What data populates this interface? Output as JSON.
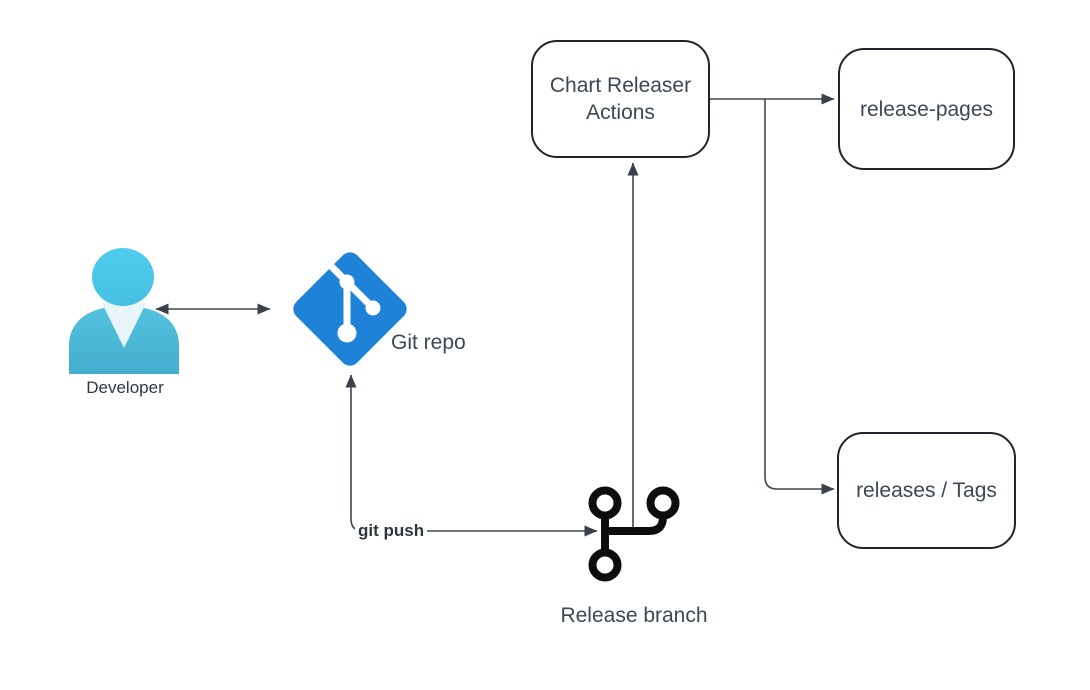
{
  "diagram": {
    "nodes": {
      "developer": {
        "label": "Developer",
        "icon": "person-icon"
      },
      "git_repo": {
        "label": "Git repo",
        "icon": "git-diamond-icon",
        "color": "#1e82d8"
      },
      "release_branch": {
        "label": "Release branch",
        "icon": "git-branch-icon",
        "color": "#0d0d0d"
      },
      "chart_releaser_actions": {
        "label": "Chart Releaser Actions",
        "shape": "rounded-rect"
      },
      "release_pages": {
        "label": "release-pages",
        "shape": "rounded-rect"
      },
      "releases_tags": {
        "label": "releases / Tags",
        "shape": "rounded-rect"
      }
    },
    "edges": [
      {
        "from": "developer",
        "to": "git_repo",
        "style": "double-arrow",
        "label": ""
      },
      {
        "from": "release_branch_corner",
        "to": "git_repo_and_release_branch",
        "style": "double-arrow",
        "label": "git push"
      },
      {
        "from": "release_branch",
        "to": "chart_releaser_actions",
        "style": "arrow",
        "label": ""
      },
      {
        "from": "chart_releaser_actions",
        "to": "release_pages",
        "style": "arrow",
        "label": ""
      },
      {
        "from": "chart_releaser_actions",
        "to": "releases_tags",
        "style": "arrow",
        "label": ""
      }
    ],
    "colors": {
      "background": "#ffffff",
      "connector": "#3f464e",
      "arrowhead": "#3a414a",
      "node_border": "#20252d",
      "node_fill": "#ffffff",
      "text": "#3c4954",
      "git_blue": "#1e82d8",
      "branch_black": "#0d0d0d",
      "person_head": "#4cc8e8",
      "person_body": "#49b6d4",
      "person_collar": "#e9f5fa"
    }
  }
}
